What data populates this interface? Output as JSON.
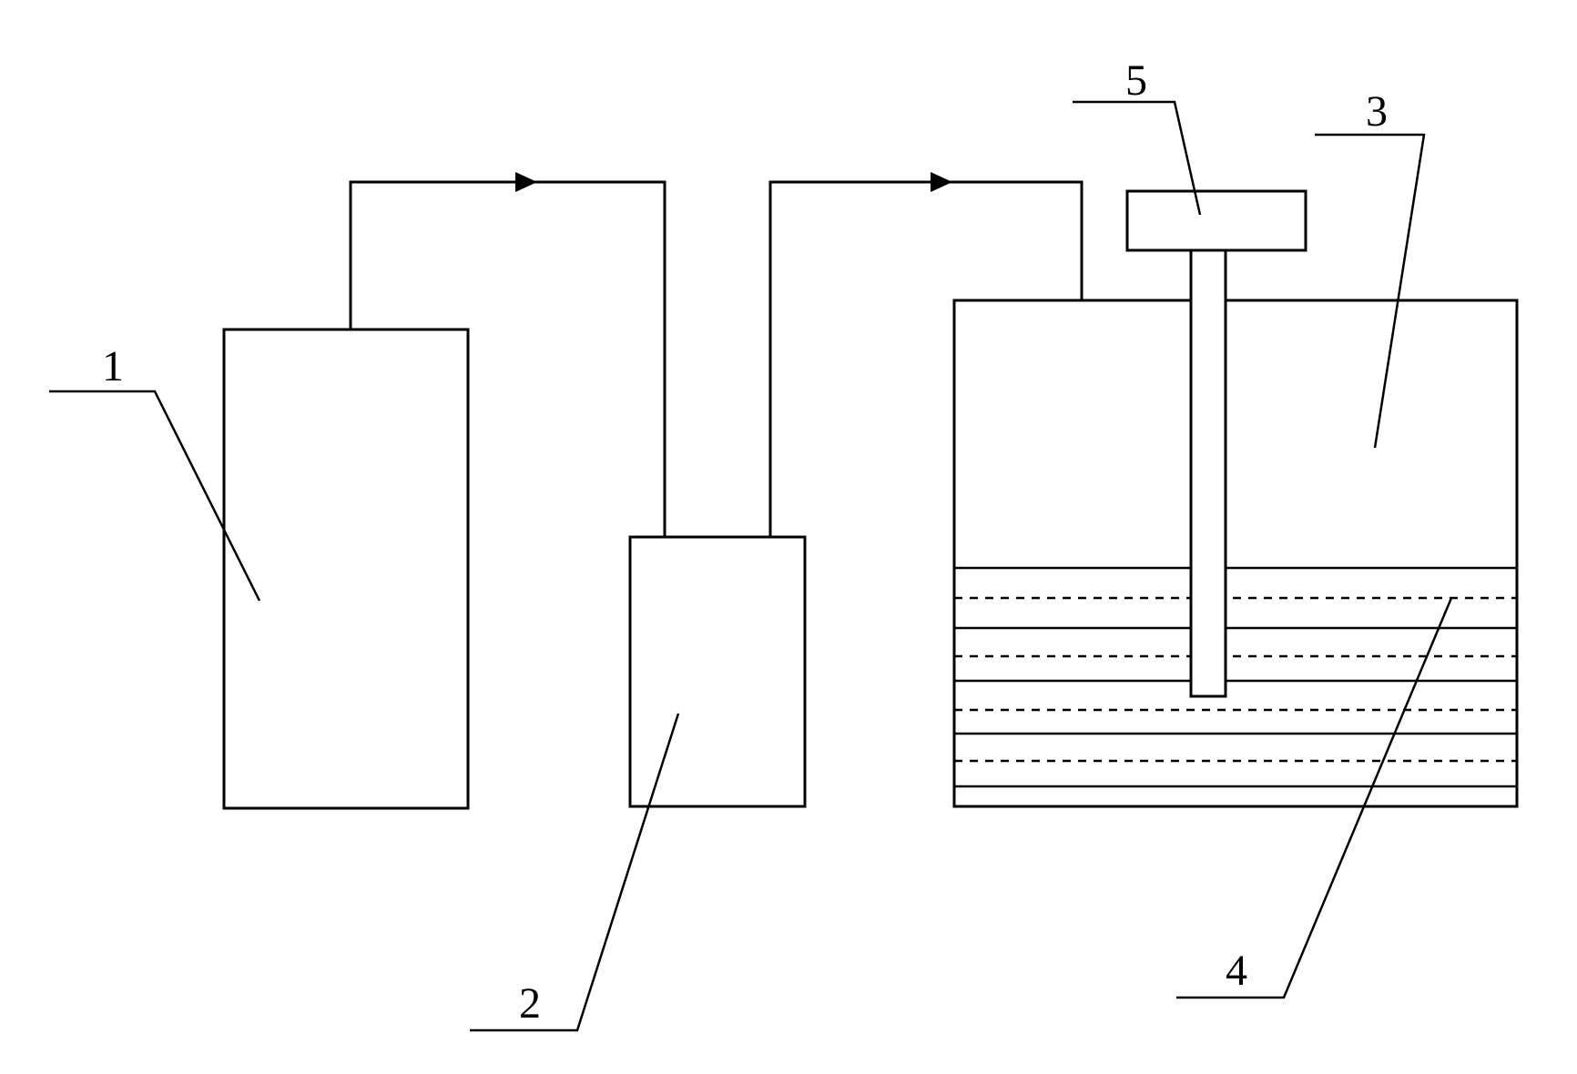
{
  "labels": {
    "one": "1",
    "two": "2",
    "three": "3",
    "four": "4",
    "five": "5"
  },
  "colors": {
    "line": "#000000",
    "background": "#ffffff"
  }
}
